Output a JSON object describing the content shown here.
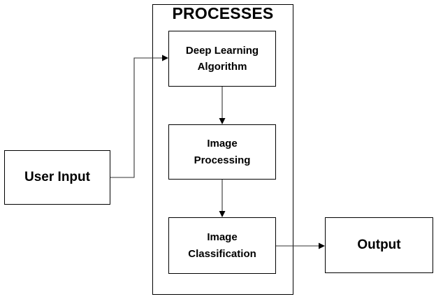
{
  "container": {
    "title": "PROCESSES"
  },
  "nodes": {
    "user_input": "User Input",
    "deep_learning": "Deep Learning\nAlgorithm",
    "image_processing": "Image\nProcessing",
    "image_classification": "Image\nClassification",
    "output": "Output"
  },
  "colors": {
    "stroke": "#000000",
    "edge": "#333333",
    "background": "#ffffff"
  }
}
